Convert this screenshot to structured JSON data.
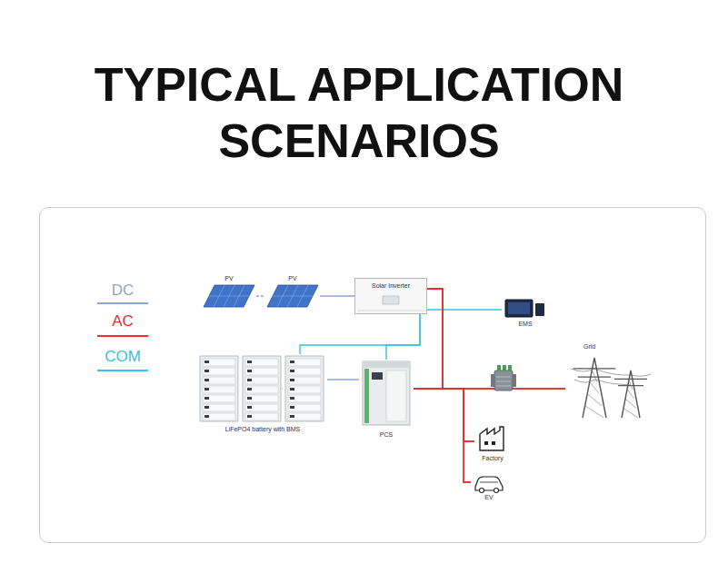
{
  "diagram": {
    "title": "TYPICAL APPLICATION SCENARIOS",
    "nodes": [
      {
        "text": [
          "PV"
        ]
      },
      {
        "text": [
          "PV"
        ]
      },
      {
        "text": [
          "Solar Inverter"
        ]
      },
      {
        "text": [
          "EMS"
        ]
      },
      {
        "text": [
          "Grid"
        ]
      },
      {
        "text": [
          "LiFePO4 battery with BMS"
        ]
      },
      {
        "text": [
          "PCS"
        ]
      },
      {
        "text": [
          "Factory"
        ]
      },
      {
        "text": [
          "EV"
        ]
      }
    ],
    "edges": [
      {
        "from": 0,
        "to": 1,
        "arrow": "none"
      },
      {
        "from": 1,
        "to": 2,
        "arrow": "none"
      },
      {
        "from": 2,
        "to": 3,
        "arrow": "none"
      },
      {
        "from": 2,
        "to": 5,
        "arrow": "none"
      },
      {
        "from": 2,
        "to": 6,
        "arrow": "none"
      },
      {
        "from": 5,
        "to": 6,
        "arrow": "none"
      },
      {
        "from": 2,
        "to": 4,
        "arrow": "none"
      },
      {
        "from": 6,
        "to": 4,
        "arrow": "none"
      },
      {
        "from": 6,
        "to": 7,
        "arrow": "none"
      },
      {
        "from": 6,
        "to": 8,
        "arrow": "none"
      },
      {
        "from": 2,
        "to": 7,
        "arrow": "none"
      },
      {
        "from": 2,
        "to": 8,
        "arrow": "none"
      }
    ],
    "legend": [
      {
        "text": "DC"
      },
      {
        "text": "AC"
      },
      {
        "text": "COM"
      }
    ]
  }
}
